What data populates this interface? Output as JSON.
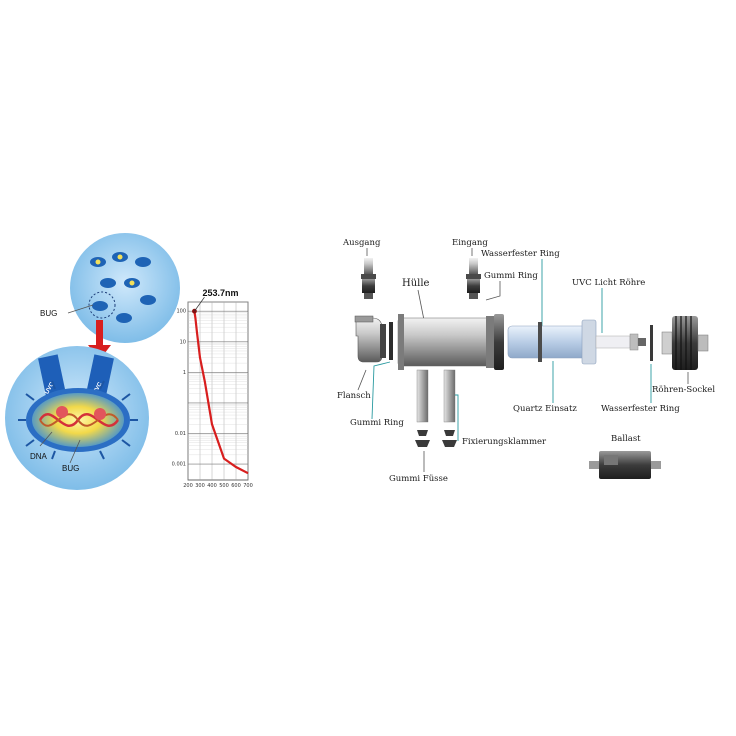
{
  "left_panel": {
    "bug_label": "BUG",
    "dna_label": "DNA",
    "bug_label_inner": "BUG",
    "uvc_label_a": "UVC",
    "uvc_label_b": "UVC",
    "colors": {
      "cell_blue": "#86c3ec",
      "arrow_red": "#d81e1e",
      "dna_red": "#d4303a"
    }
  },
  "chart_data": {
    "type": "line",
    "title": "",
    "xlabel": "",
    "ylabel": "",
    "annotation": "253.7nm",
    "x_ticks": [
      "200",
      "300",
      "400",
      "500",
      "600",
      "700"
    ],
    "y_ticks": [
      "100",
      "10",
      "1",
      "0.01",
      "0.001"
    ],
    "y_scale": "log",
    "grid": true,
    "series": [
      {
        "x": [
          253.7,
          262,
          275,
          300,
          340,
          400,
          500,
          600,
          700
        ],
        "y": [
          100,
          60,
          20,
          3,
          0.5,
          0.02,
          0.0015,
          0.0008,
          0.0005
        ]
      }
    ],
    "line_color": "#d81e1e"
  },
  "parts": {
    "ausgang": "Ausgang",
    "eingang": "Eingang",
    "wasserfester_ring_top": "Wasserfester Ring",
    "gummi_ring_top": "Gummi Ring",
    "huelle": "Hülle",
    "uvc_licht_roehre": "UVC Licht Röhre",
    "flansch": "Flansch",
    "gummi_ring_left": "Gummi Ring",
    "fixierungsklammer": "Fixierungsklammer",
    "quartz_einsatz": "Quartz Einsatz",
    "wasserfester_ring_bottom": "Wasserfester Ring",
    "roehren_sockel": "Röhren-Sockel",
    "ballast": "Ballast",
    "gummi_fuesse": "Gummi Füsse"
  }
}
